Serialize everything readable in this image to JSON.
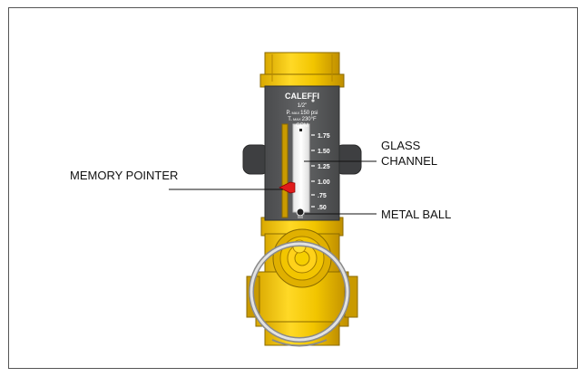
{
  "brand": "CALEFFI",
  "specs": {
    "size": "1/2\"",
    "pmax_prefix": "P.",
    "pmax_sub": "MAX",
    "pmax_value": "150 psi",
    "tmax_prefix": "T.",
    "tmax_sub": "MAX",
    "tmax_value": "230°F"
  },
  "scale": {
    "unit": "GPM",
    "ticks": [
      "1.75",
      "1.50",
      "1.25",
      "1.00",
      ".75",
      ".50"
    ]
  },
  "callouts": {
    "glass_channel_line1": "GLASS",
    "glass_channel_line2": "CHANNEL",
    "memory_pointer": "MEMORY POINTER",
    "metal_ball": "METAL BALL"
  },
  "colors": {
    "brass": "#f2c500",
    "brass_dark": "#c99a00",
    "body_gray": "#595a5c",
    "pointer_red": "#e01b1b",
    "frame": "#555555"
  }
}
